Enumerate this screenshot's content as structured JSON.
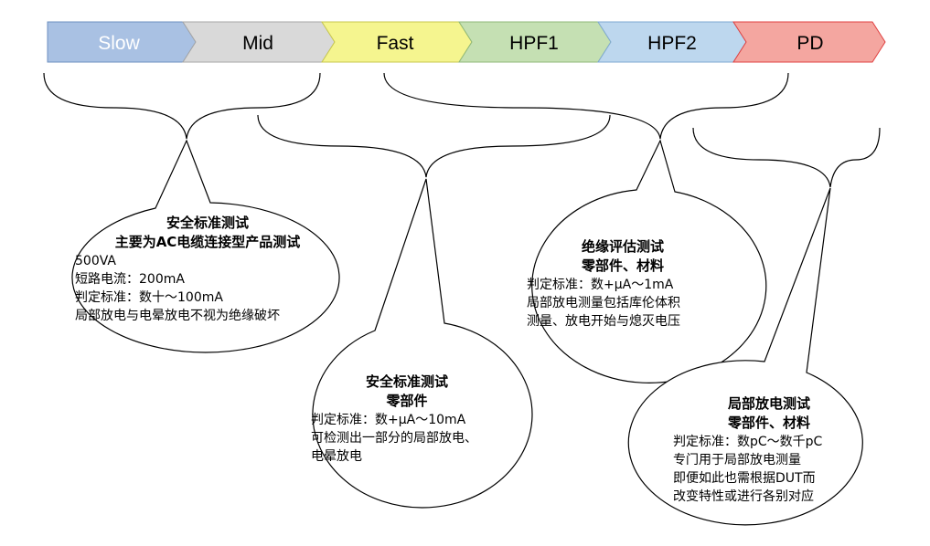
{
  "stages": [
    {
      "label": "Slow",
      "fill": "#a9c1e3",
      "text_color": "#ffffff"
    },
    {
      "label": "Mid",
      "fill": "#d9d9d9",
      "text_color": "#000000"
    },
    {
      "label": "Fast",
      "fill": "#f5f58f",
      "text_color": "#000000"
    },
    {
      "label": "HPF1",
      "fill": "#c5e0b3",
      "text_color": "#000000"
    },
    {
      "label": "HPF2",
      "fill": "#bdd7ee",
      "text_color": "#000000"
    },
    {
      "label": "PD",
      "fill": "#f4a6a0",
      "text_color": "#000000"
    }
  ],
  "bubbles": [
    {
      "title": [
        "安全标准测试",
        "主要为AC电缆连接型产品测试"
      ],
      "lines": [
        "500VA",
        "短路电流：200mA",
        "判定标准：数十～100mA",
        "局部放电与电晕放电不视为绝缘破坏"
      ]
    },
    {
      "title": [
        "安全标准测试",
        "零部件"
      ],
      "lines": [
        "判定标准：数+μA～10mA",
        "可检测出一部分的局部放电、",
        "电晕放电"
      ]
    },
    {
      "title": [
        "绝缘评估测试",
        "零部件、材料"
      ],
      "lines": [
        "判定标准：数+μA～1mA",
        "局部放电测量包括库伦体积",
        "测量、放电开始与熄灭电压"
      ]
    },
    {
      "title": [
        "局部放电测试",
        "零部件、材料"
      ],
      "lines": [
        "判定标准：数pC～数千pC",
        "专门用于局部放电测量",
        "即便如此也需根据DUT而",
        "改变特性或进行各别对应"
      ]
    }
  ]
}
